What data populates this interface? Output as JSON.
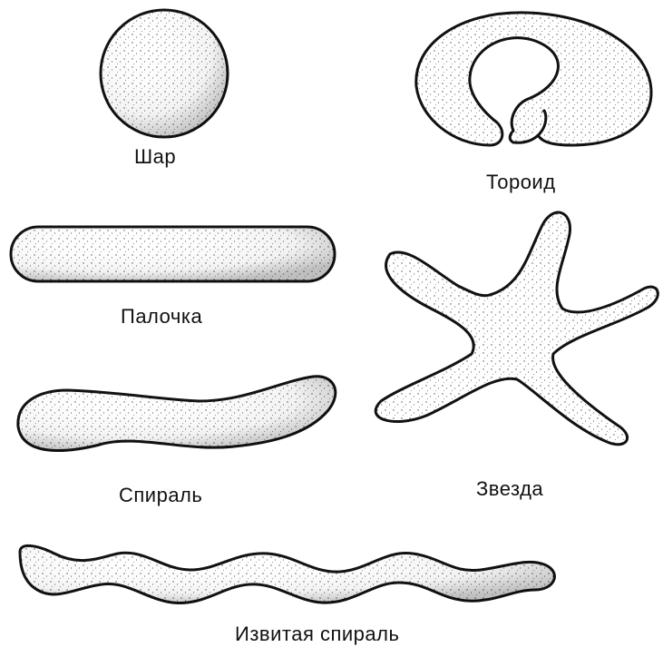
{
  "labels": {
    "sphere": "Шар",
    "toroid": "Тороид",
    "rod": "Палочка",
    "star": "Звезда",
    "spiral": "Спираль",
    "twisted_spiral": "Извитая спираль"
  }
}
